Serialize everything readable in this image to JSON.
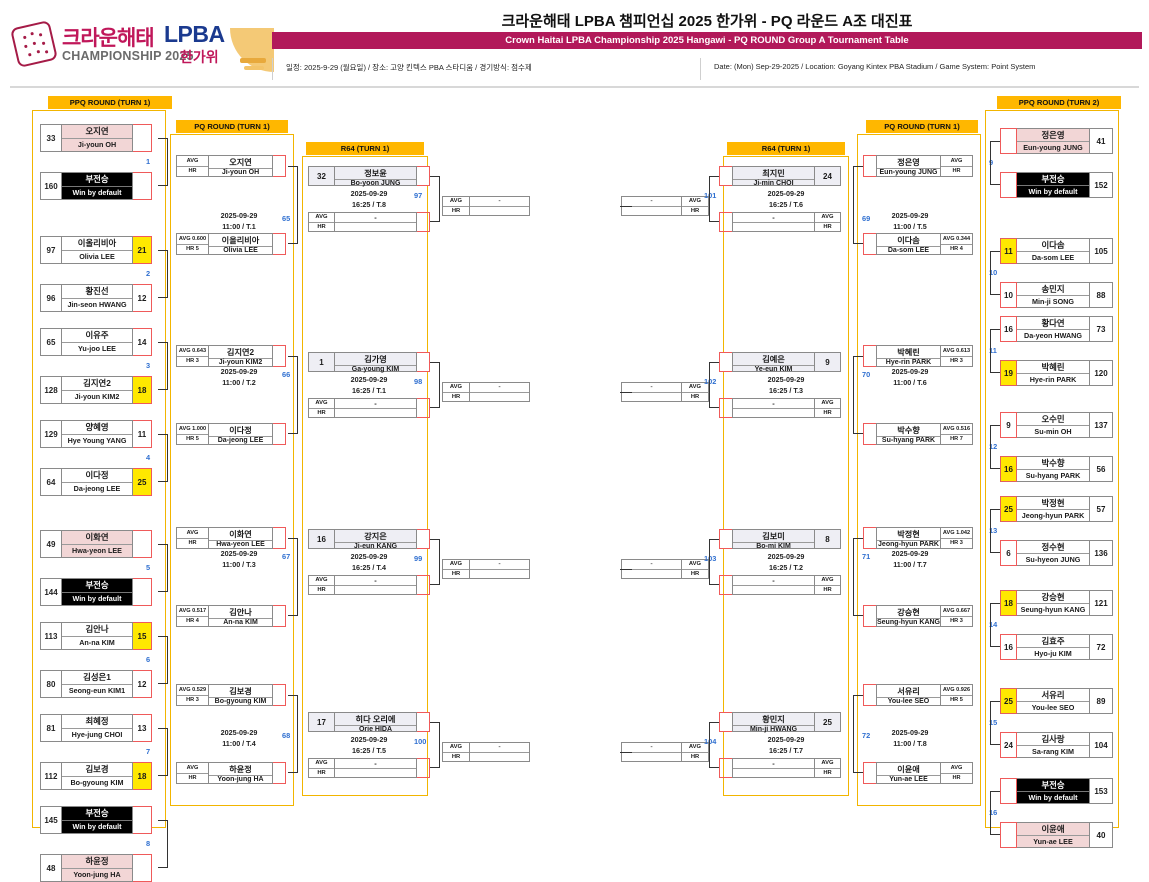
{
  "header": {
    "logo": {
      "brand_kr": "크라운해태",
      "brand_en": "LPBA",
      "sub_en": "CHAMPIONSHIP 2025",
      "sub_kr": "한가위"
    },
    "title_kr": "크라운해태 LPBA 챔피언십 2025 한가위 - PQ 라운드 A조 대진표",
    "title_en": "Crown Haitai LPBA Championship 2025 Hangawi - PQ ROUND Group A Tournament Table",
    "meta_kr": "일정: 2025-9-29 (월요일) / 장소: 고양 킨텍스 PBA 스타디움 / 경기방식: 점수제",
    "meta_en": "Date: (Mon) Sep-29-2025 / Location: Goyang Kintex PBA Stadium / Game System: Point System"
  },
  "sections": {
    "ppq_turn1": "PPQ ROUND (TURN 1)",
    "pq_turn1_left": "PQ ROUND (TURN 1)",
    "r64_left": "R64 (TURN 1)",
    "r64_right": "R64 (TURN 1)",
    "pq_turn1_right": "PQ ROUND (TURN 1)",
    "ppq_turn2": "PPQ ROUND (TURN 2)"
  },
  "labels": {
    "avg": "AVG",
    "hr": "HR",
    "dash": "-"
  },
  "colors": {
    "accent_orange": "#ffb700",
    "title_bar": "#b2195a",
    "highlight_yellow": "#ffe800",
    "pink_row": "#f2d6d6",
    "bye_black": "#000000",
    "match_number": "#2f6fd0"
  },
  "ppq_left": [
    {
      "seed": "33",
      "kr": "오지연",
      "en": "Ji-youn OH",
      "score": "",
      "style": "pink",
      "hl": false
    },
    {
      "seed": "160",
      "kr": "부전승",
      "en": "Win by default",
      "score": "",
      "style": "bye",
      "hl": false
    },
    {
      "seed": "97",
      "kr": "이올리비아",
      "en": "Olivia LEE",
      "score": "21",
      "style": "",
      "hl": true
    },
    {
      "seed": "96",
      "kr": "황진선",
      "en": "Jin-seon HWANG",
      "score": "12",
      "style": "",
      "hl": false
    },
    {
      "seed": "65",
      "kr": "이유주",
      "en": "Yu-joo LEE",
      "score": "14",
      "style": "",
      "hl": false
    },
    {
      "seed": "128",
      "kr": "김지연2",
      "en": "Ji-youn KIM2",
      "score": "18",
      "style": "",
      "hl": true
    },
    {
      "seed": "129",
      "kr": "양혜영",
      "en": "Hye Young YANG",
      "score": "11",
      "style": "",
      "hl": false
    },
    {
      "seed": "64",
      "kr": "이다정",
      "en": "Da-jeong LEE",
      "score": "25",
      "style": "",
      "hl": true
    },
    {
      "seed": "49",
      "kr": "이화연",
      "en": "Hwa-yeon LEE",
      "score": "",
      "style": "pink",
      "hl": false
    },
    {
      "seed": "144",
      "kr": "부전승",
      "en": "Win by default",
      "score": "",
      "style": "bye",
      "hl": false
    },
    {
      "seed": "113",
      "kr": "김안나",
      "en": "An-na KIM",
      "score": "15",
      "style": "",
      "hl": true
    },
    {
      "seed": "80",
      "kr": "김성은1",
      "en": "Seong-eun KIM1",
      "score": "12",
      "style": "",
      "hl": false
    },
    {
      "seed": "81",
      "kr": "최혜정",
      "en": "Hye-jung CHOI",
      "score": "13",
      "style": "",
      "hl": false
    },
    {
      "seed": "112",
      "kr": "김보경",
      "en": "Bo-gyoung KIM",
      "score": "18",
      "style": "",
      "hl": true
    },
    {
      "seed": "145",
      "kr": "부전승",
      "en": "Win by default",
      "score": "",
      "style": "bye",
      "hl": false
    },
    {
      "seed": "48",
      "kr": "하윤정",
      "en": "Yoon-jung HA",
      "score": "",
      "style": "pink",
      "hl": false
    }
  ],
  "ppq_left_match_numbers": [
    "1",
    "2",
    "3",
    "4",
    "5",
    "6",
    "7",
    "8"
  ],
  "pq_left": [
    {
      "avg": "AVG",
      "hr": "HR",
      "kr": "오지연",
      "en": "Ji-youn OH"
    },
    {
      "avg": "AVG 0.600",
      "hr": "HR 5",
      "kr": "이올리비아",
      "en": "Olivia LEE"
    },
    {
      "avg": "AVG 0.643",
      "hr": "HR 3",
      "kr": "김지연2",
      "en": "Ji-youn KIM2"
    },
    {
      "avg": "AVG 1.000",
      "hr": "HR 5",
      "kr": "이다정",
      "en": "Da-jeong LEE"
    },
    {
      "avg": "AVG",
      "hr": "HR",
      "kr": "이화연",
      "en": "Hwa-yeon LEE"
    },
    {
      "avg": "AVG 0.517",
      "hr": "HR 4",
      "kr": "김안나",
      "en": "An-na KIM"
    },
    {
      "avg": "AVG 0.529",
      "hr": "HR 3",
      "kr": "김보경",
      "en": "Bo-gyoung KIM"
    },
    {
      "avg": "AVG",
      "hr": "HR",
      "kr": "하윤정",
      "en": "Yoon-jung HA"
    }
  ],
  "pq_left_matches": [
    {
      "no": "65",
      "date": "2025-09-29",
      "time": "11:00 / T.1"
    },
    {
      "no": "66",
      "date": "2025-09-29",
      "time": "11:00 / T.2"
    },
    {
      "no": "67",
      "date": "2025-09-29",
      "time": "11:00 / T.3"
    },
    {
      "no": "68",
      "date": "2025-09-29",
      "time": "11:00 / T.4"
    }
  ],
  "r64_left": [
    {
      "no": "97",
      "seed": "32",
      "kr": "정보윤",
      "en": "Bo-yoon JUNG",
      "date": "2025-09-29",
      "time": "16:25 / T.8"
    },
    {
      "no": "98",
      "seed": "1",
      "kr": "김가영",
      "en": "Ga-young KIM",
      "date": "2025-09-29",
      "time": "16:25 / T.1"
    },
    {
      "no": "99",
      "seed": "16",
      "kr": "강지은",
      "en": "Ji-eun KANG",
      "date": "2025-09-29",
      "time": "16:25 / T.4"
    },
    {
      "no": "100",
      "seed": "17",
      "kr": "히다 오리에",
      "en": "Orie HIDA",
      "date": "2025-09-29",
      "time": "16:25 / T.5"
    }
  ],
  "r64_right": [
    {
      "no": "101",
      "seed": "24",
      "kr": "최지민",
      "en": "Ji-min CHOI",
      "date": "2025-09-29",
      "time": "16:25 / T.6"
    },
    {
      "no": "102",
      "seed": "9",
      "kr": "김예은",
      "en": "Ye-eun KIM",
      "date": "2025-09-29",
      "time": "16:25 / T.3"
    },
    {
      "no": "103",
      "seed": "8",
      "kr": "김보미",
      "en": "Bo-mi KIM",
      "date": "2025-09-29",
      "time": "16:25 / T.2"
    },
    {
      "no": "104",
      "seed": "25",
      "kr": "황민지",
      "en": "Min-ji HWANG",
      "date": "2025-09-29",
      "time": "16:25 / T.7"
    }
  ],
  "pq_right": [
    {
      "avg": "AVG",
      "hr": "HR",
      "kr": "정은영",
      "en": "Eun-young JUNG"
    },
    {
      "avg": "AVG 0.344",
      "hr": "HR 4",
      "kr": "이다솜",
      "en": "Da-som LEE"
    },
    {
      "avg": "AVG 0.613",
      "hr": "HR 3",
      "kr": "박혜린",
      "en": "Hye-rin PARK"
    },
    {
      "avg": "AVG 0.516",
      "hr": "HR 7",
      "kr": "박수향",
      "en": "Su-hyang PARK"
    },
    {
      "avg": "AVG 1.042",
      "hr": "HR 3",
      "kr": "박정현",
      "en": "Jeong-hyun PARK"
    },
    {
      "avg": "AVG 0.667",
      "hr": "HR 3",
      "kr": "강승현",
      "en": "Seung-hyun KANG"
    },
    {
      "avg": "AVG 0.926",
      "hr": "HR 5",
      "kr": "서유리",
      "en": "You-lee SEO"
    },
    {
      "avg": "AVG",
      "hr": "HR",
      "kr": "이윤애",
      "en": "Yun-ae LEE"
    }
  ],
  "pq_right_matches": [
    {
      "no": "69",
      "date": "2025-09-29",
      "time": "11:00 / T.5"
    },
    {
      "no": "70",
      "date": "2025-09-29",
      "time": "11:00 / T.6"
    },
    {
      "no": "71",
      "date": "2025-09-29",
      "time": "11:00 / T.7"
    },
    {
      "no": "72",
      "date": "2025-09-29",
      "time": "11:00 / T.8"
    }
  ],
  "ppq_right": [
    {
      "score": "",
      "kr": "정은영",
      "en": "Eun-young JUNG",
      "seed": "41",
      "style": "pink",
      "hl": false
    },
    {
      "score": "",
      "kr": "부전승",
      "en": "Win by default",
      "seed": "152",
      "style": "bye",
      "hl": false
    },
    {
      "score": "11",
      "kr": "이다솜",
      "en": "Da-som LEE",
      "seed": "105",
      "style": "",
      "hl": true
    },
    {
      "score": "10",
      "kr": "송민지",
      "en": "Min-ji SONG",
      "seed": "88",
      "style": "",
      "hl": false
    },
    {
      "score": "16",
      "kr": "황다연",
      "en": "Da-yeon HWANG",
      "seed": "73",
      "style": "",
      "hl": false
    },
    {
      "score": "19",
      "kr": "박혜린",
      "en": "Hye-rin PARK",
      "seed": "120",
      "style": "",
      "hl": true
    },
    {
      "score": "9",
      "kr": "오수민",
      "en": "Su-min OH",
      "seed": "137",
      "style": "",
      "hl": false
    },
    {
      "score": "16",
      "kr": "박수향",
      "en": "Su-hyang PARK",
      "seed": "56",
      "style": "",
      "hl": true
    },
    {
      "score": "25",
      "kr": "박정현",
      "en": "Jeong-hyun PARK",
      "seed": "57",
      "style": "",
      "hl": true
    },
    {
      "score": "6",
      "kr": "정수현",
      "en": "Su-hyeon JUNG",
      "seed": "136",
      "style": "",
      "hl": false
    },
    {
      "score": "18",
      "kr": "강승현",
      "en": "Seung-hyun KANG",
      "seed": "121",
      "style": "",
      "hl": true
    },
    {
      "score": "16",
      "kr": "김효주",
      "en": "Hyo-ju KIM",
      "seed": "72",
      "style": "",
      "hl": false
    },
    {
      "score": "25",
      "kr": "서유리",
      "en": "You-lee SEO",
      "seed": "89",
      "style": "",
      "hl": true
    },
    {
      "score": "24",
      "kr": "김사랑",
      "en": "Sa-rang KIM",
      "seed": "104",
      "style": "",
      "hl": false
    },
    {
      "score": "",
      "kr": "부전승",
      "en": "Win by default",
      "seed": "153",
      "style": "bye",
      "hl": false
    },
    {
      "score": "",
      "kr": "이윤애",
      "en": "Yun-ae LEE",
      "seed": "40",
      "style": "pink",
      "hl": false
    }
  ],
  "ppq_right_match_numbers": [
    "9",
    "10",
    "11",
    "12",
    "13",
    "14",
    "15",
    "16"
  ]
}
